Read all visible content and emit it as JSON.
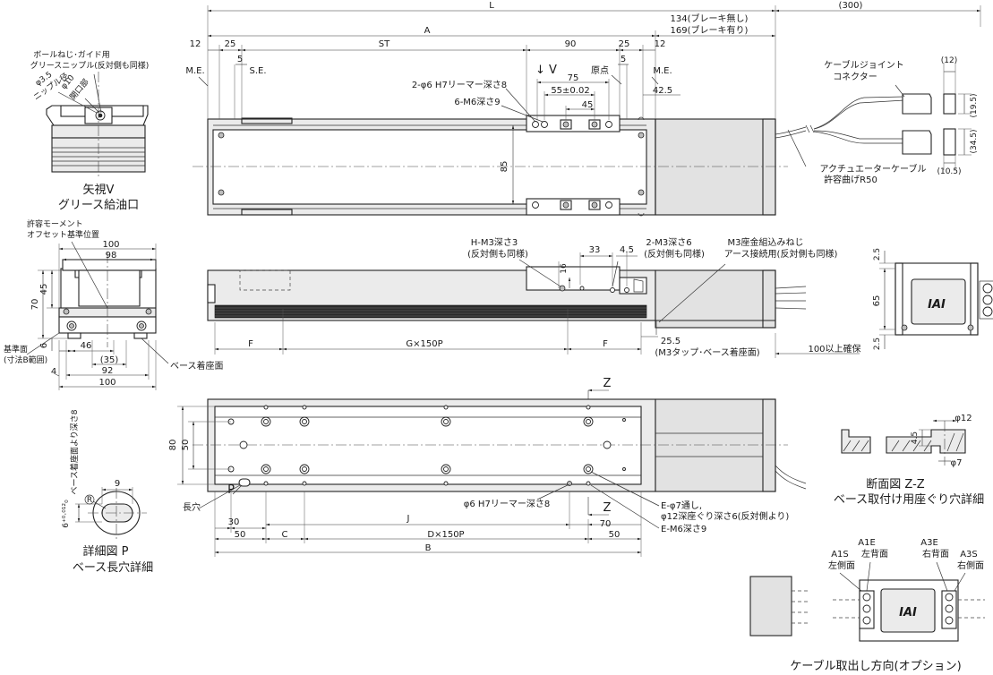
{
  "top_view": {
    "dims": {
      "L": "L",
      "A": "A",
      "ST": "ST",
      "d90": "90",
      "d12_left": "12",
      "d25_left": "25",
      "d5_left": "5",
      "d25_right": "25",
      "d12_right": "12",
      "d5_right": "5",
      "d300": "(300)",
      "brake_none": "134(ブレーキ無し)",
      "brake_with": "169(ブレーキ有り)",
      "d75": "75",
      "d55": "55±0.02",
      "d45": "45",
      "d42_5": "42.5",
      "d85": "85"
    },
    "labels": {
      "me_left": "M.E.",
      "se": "S.E.",
      "me_right": "M.E.",
      "view_v": "↓ V",
      "origin": "原点",
      "reamer": "2-φ6 H7リーマー深さ8",
      "m6": "6-M6深さ9",
      "joint1": "ケーブルジョイント",
      "joint2": "コネクター",
      "actcable1": "アクチュエーターケーブル",
      "actcable2": "許容曲げR50",
      "d12c": "(12)",
      "d19_5": "(19.5)",
      "d34_5": "(34.5)",
      "d10_5": "(10.5)"
    }
  },
  "view_v": {
    "labels": {
      "ballscrew1": "ボールねじ･ガイド用",
      "ballscrew2": "グリースニップル(反対側も同様)",
      "d3_5": "φ3.5",
      "nipple": "ニップル径",
      "d10": "φ10",
      "opening": "開口部",
      "cap1": "矢視V",
      "cap2": "グリース給油口"
    }
  },
  "side_view": {
    "labels": {
      "hm3a": "H-M3深さ3",
      "hm3b": "(反対側も同様)",
      "d16": "16",
      "d33": "33",
      "d4_5": "4.5",
      "m3a": "2-M3深さ6",
      "m3b": "(反対側も同様)",
      "washer1": "M3座金組込みねじ",
      "washer2": "アース接続用(反対側も同様)",
      "F1": "F",
      "G": "G×150P",
      "F2": "F",
      "d25_5": "25.5",
      "tap": "(M3タップ･ベース着座面)",
      "d100clear": "100以上確保"
    }
  },
  "end_view": {
    "labels": {
      "moment1": "許容モーメント",
      "moment2": "オフセット基準位置",
      "d100top": "100",
      "d98": "98",
      "d45": "45",
      "d70": "70",
      "d6": "6",
      "d4": "4",
      "d46": "46",
      "d35": "(35)",
      "d92": "92",
      "d100bot": "100",
      "ref1": "基準面",
      "ref2": "(寸法B範囲)",
      "base_seat": "ベース着座面"
    }
  },
  "motor_end": {
    "labels": {
      "d2_5a": "2.5",
      "d65": "65",
      "d2_5b": "2.5",
      "logo": "IAI"
    }
  },
  "bottom_view": {
    "labels": {
      "z_top": "Z",
      "z_bot": "Z",
      "d80": "80",
      "d50v": "50",
      "p": "P",
      "slot": "長穴",
      "reamer": "φ6 H7リーマー深さ8",
      "e7a": "E-φ7通し,",
      "e7b": "φ12深座ぐり深さ6(反対側より)",
      "em6": "E-M6深さ9",
      "d30": "30",
      "J": "J",
      "d70": "70",
      "d50a": "50",
      "C": "C",
      "D": "D×150P",
      "d50b": "50",
      "B": "B"
    }
  },
  "detail_p": {
    "labels": {
      "d9": "9",
      "r": "R",
      "tol": "6⁺⁰·⁰¹²₀",
      "depth": "ベース着座面より深さ8",
      "cap1": "詳細図 P",
      "cap2": "ベース長穴詳細"
    }
  },
  "section_zz": {
    "labels": {
      "d12": "φ12",
      "d4_5": "4.5",
      "d7": "φ7",
      "cap1": "断面図 Z-Z",
      "cap2": "ベース取付け用座ぐり穴詳細"
    }
  },
  "cable_dir": {
    "labels": {
      "a1s": "A1S",
      "a1s_sub": "左側面",
      "a1e": "A1E",
      "a1e_sub": "左背面",
      "a3e": "A3E",
      "a3e_sub": "右背面",
      "a3s": "A3S",
      "a3s_sub": "右側面",
      "logo": "IAI",
      "cap": "ケーブル取出し方向(オプション)"
    }
  }
}
